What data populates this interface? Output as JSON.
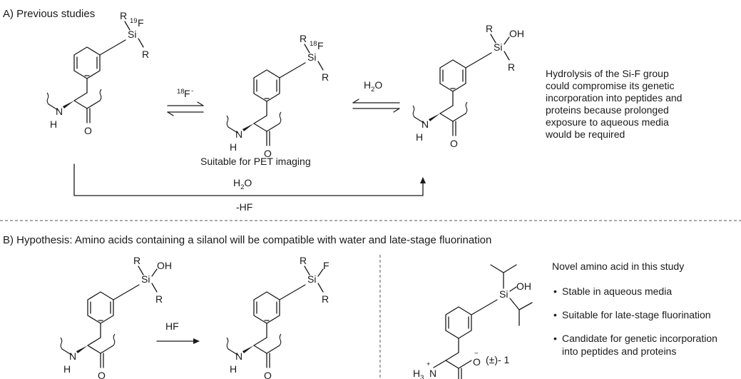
{
  "section_a": {
    "title": "A)  Previous studies",
    "reagent_fluoride": "18F-",
    "reagent_water": "H2O",
    "caption_pet": "Suitable for PET imaging",
    "bottom_reagent": "H2O",
    "bottom_minus": "-HF",
    "note": [
      "Hydrolysis of the Si-F group",
      "could compromise its genetic",
      "incorporation into peptides and",
      "proteins because prolonged",
      "exposure to aqueous media",
      "would be required"
    ]
  },
  "section_b": {
    "title": "B)  Hypothesis: Amino acids containing a silanol will be compatible with water and late-stage fluorination",
    "reagent_hf": "HF",
    "compound_label": "(±)- 1",
    "box_title": "Novel amino acid in this study",
    "bullets": [
      "Stable in aqueous media",
      "Suitable for late-stage fluorination",
      "Candidate for genetic incorporation",
      "into peptides and proteins"
    ]
  },
  "atoms": {
    "si": "Si",
    "r": "R",
    "f": "F",
    "oh": "OH",
    "o": "O",
    "n": "N",
    "h": "H",
    "fluorine19_mass": "19",
    "fluorine18_mass": "18",
    "h3": "H3",
    "plus": "+",
    "minus": "−"
  }
}
